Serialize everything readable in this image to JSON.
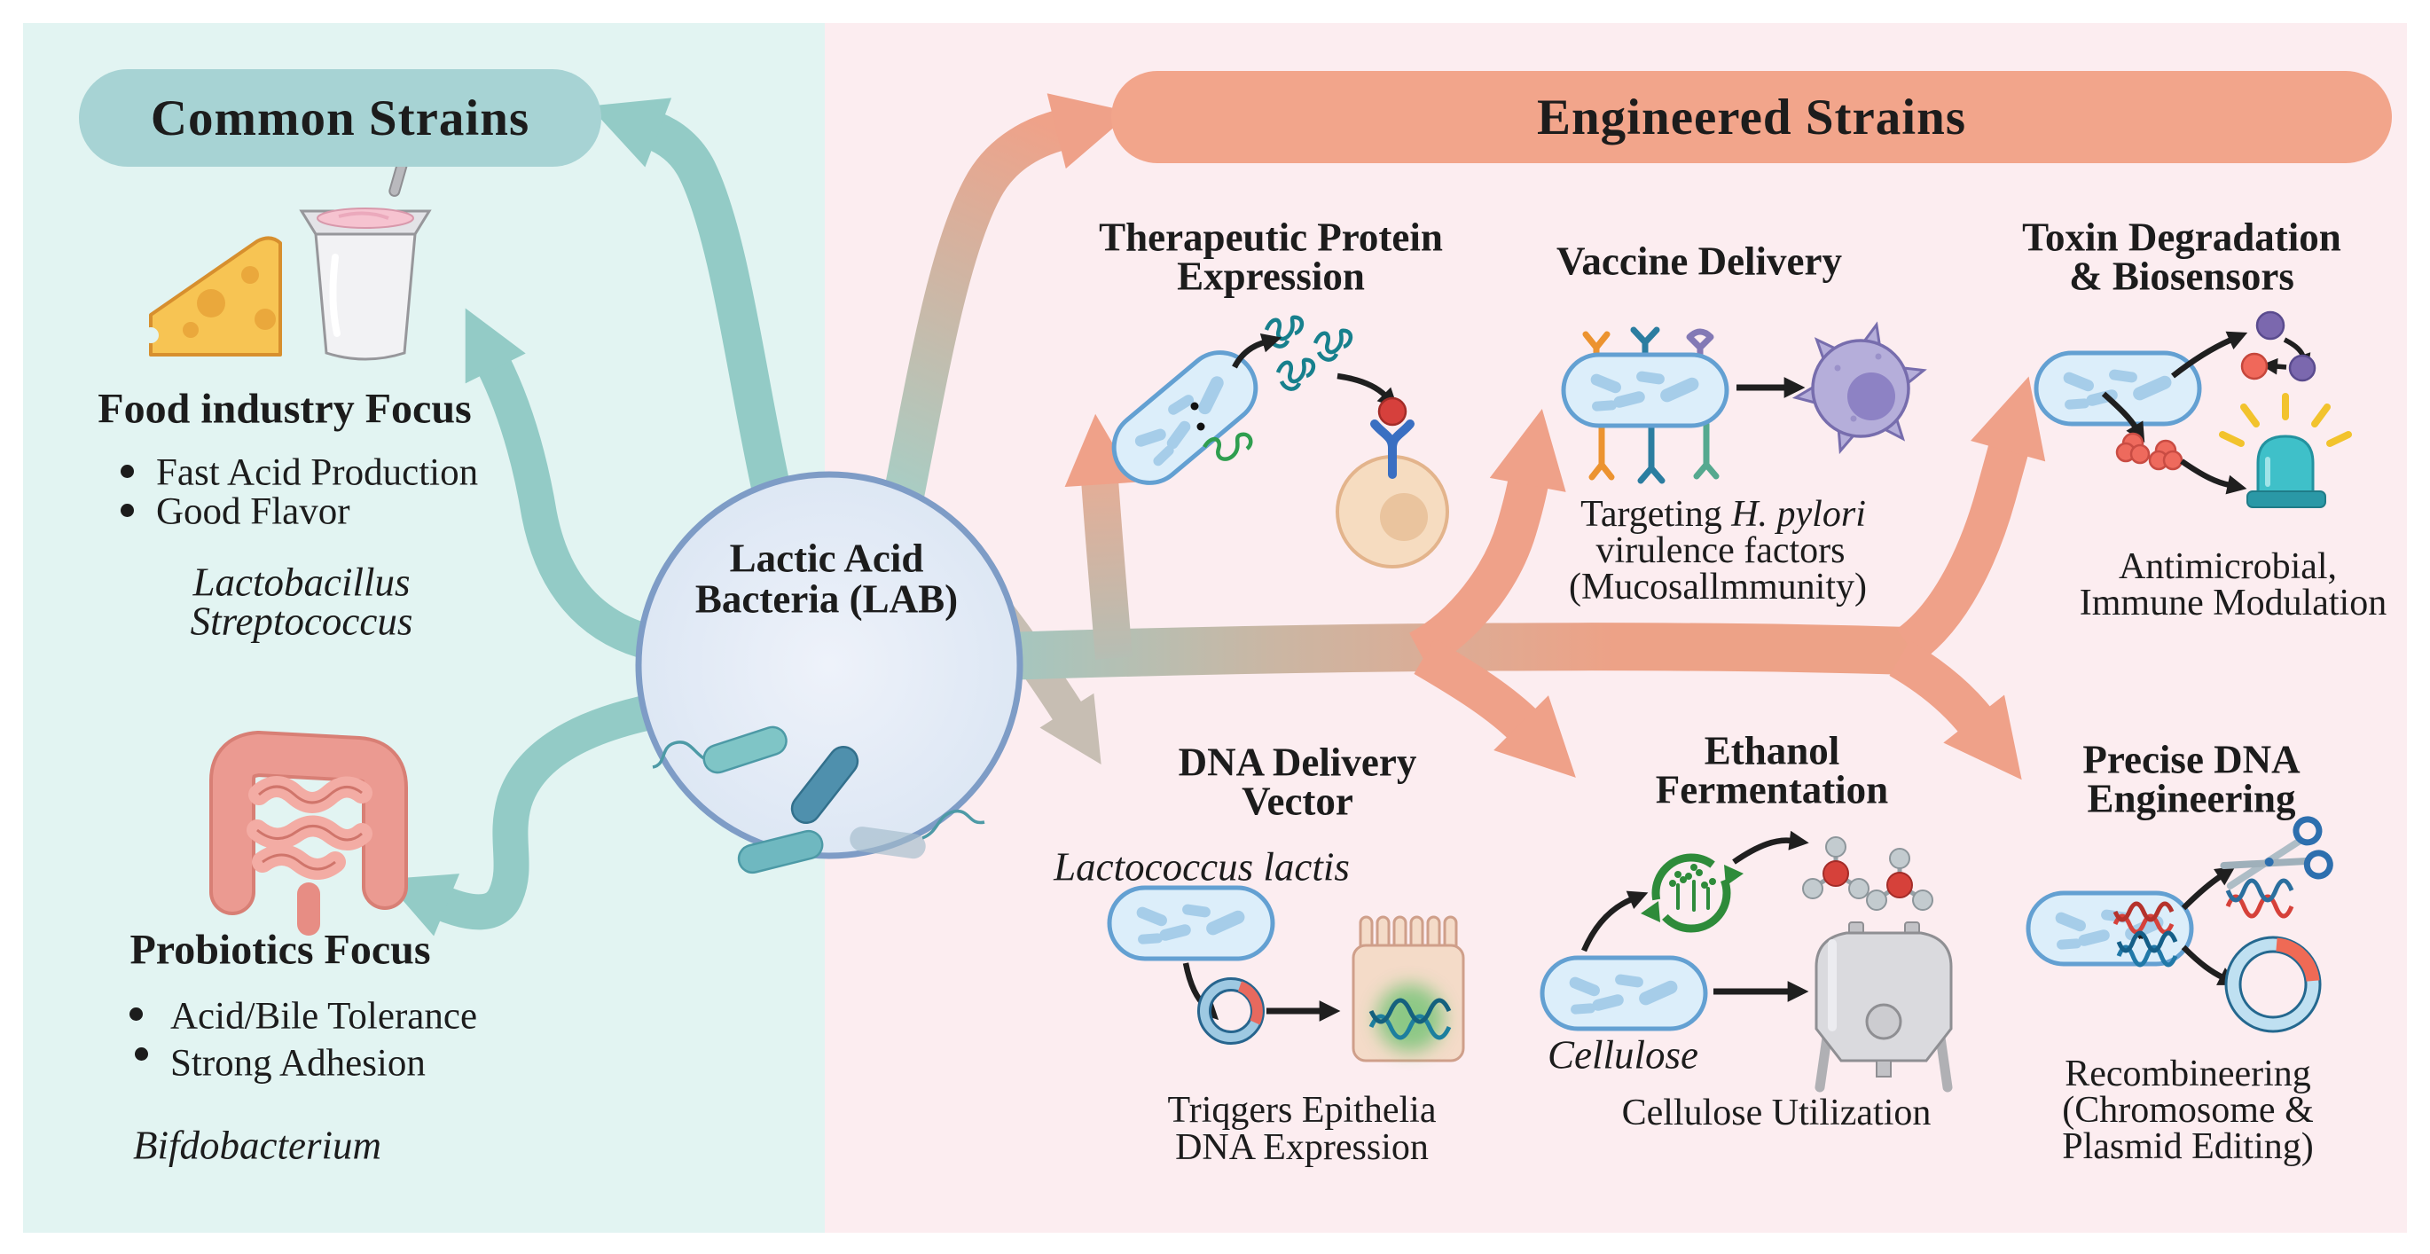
{
  "colors": {
    "left_bg": "#e2f4f2",
    "right_bg": "#fcedf0",
    "teal_pill": "#a7d3d4",
    "salmon_pill": "#f2a58b",
    "teal_arrow": "#93cbc6",
    "salmon_arrow": "#efa189",
    "gray_arrow": "#c7beb3",
    "circle_fill": "#e6ecf8",
    "circle_border": "#7e9cc6",
    "text": "#1c1c1c"
  },
  "icons": [
    "cheese-icon",
    "yogurt-cup-icon",
    "intestine-icon",
    "bacteria-circle-icon",
    "bacterium-capsule-icon",
    "protein-squiggle-icon",
    "receptor-icon",
    "host-cell-icon",
    "immune-cell-icon",
    "toxin-blob-icon",
    "biosensor-siren-icon",
    "plasmid-icon",
    "epithelial-cell-icon",
    "recycle-plant-icon",
    "ethanol-molecule-icon",
    "fermentation-tank-icon",
    "scissors-icon",
    "dna-helix-icon"
  ],
  "left": {
    "header": "Common Strains",
    "food": {
      "title": "Food industry Focus",
      "bullets": [
        "Fast Acid Production",
        "Good Flavor"
      ],
      "species": [
        "Lactobacillus",
        "Streptococcus"
      ]
    },
    "probiotics": {
      "title": "Probiotics Focus",
      "bullets": [
        "Acid/Bile Tolerance",
        "Strong Adhesion"
      ],
      "species": [
        "Bifdobacterium"
      ]
    }
  },
  "center": {
    "line1": "Lactic Acid",
    "line2": "Bacteria (LAB)"
  },
  "right": {
    "header": "Engineered Strains",
    "therapeutic": {
      "title1": "Therapeutic Protein",
      "title2": "Expression"
    },
    "vaccine": {
      "title": "Vaccine Delivery",
      "caption1_prefix": "Targeting ",
      "caption1_italic": "H. pylori",
      "caption2": "virulence factors",
      "caption3": "(Mucosallmmunity)"
    },
    "toxin": {
      "title1": "Toxin Degradation",
      "title2": "& Biosensors",
      "caption1": "Antimicrobial,",
      "caption2": "Immune Modulation"
    },
    "dna_vector": {
      "title1": "DNA Delivery",
      "title2": "Vector",
      "species": "Lactococcus lactis",
      "caption1": "Triqgers Epithelia",
      "caption2": "DNA Expression"
    },
    "ethanol": {
      "title1": "Ethanol",
      "title2": "Fermentation",
      "label": "Cellulose",
      "caption": "Cellulose Utilization"
    },
    "precise": {
      "title1": "Precise DNA",
      "title2": "Engineering",
      "caption1": "Recombineering",
      "caption2": "(Chromosome &",
      "caption3": "Plasmid Editing)"
    }
  }
}
